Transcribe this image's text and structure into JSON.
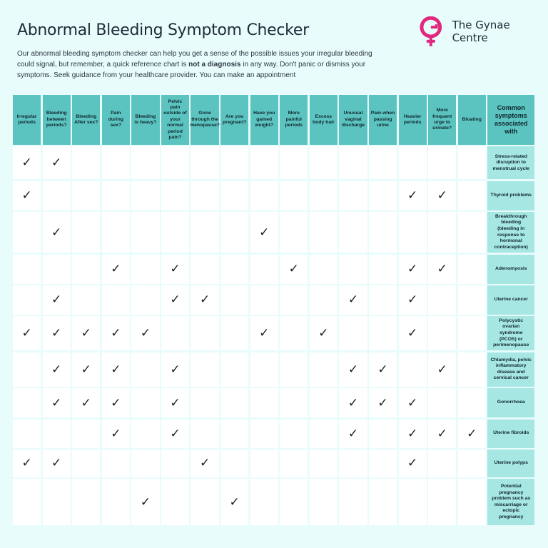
{
  "title": "Abnormal Bleeding Symptom Checker",
  "brand": {
    "name": "The Gynae Centre",
    "logo_icon": "female-symbol-logo-icon",
    "logo_color": "#e0287f"
  },
  "intro": {
    "part1": "Our abnormal bleeding symptom checker can help you get a sense of the possible issues your irregular bleeding could signal, but remember, a quick reference chart is ",
    "bold": "not a diagnosis",
    "part2": " in any way. Don't panic or dismiss your symptoms. Seek guidance from your healthcare provider. You can make an appointment"
  },
  "colors": {
    "header": "#5cc4c0",
    "row_label": "#a6e7e4",
    "cell": "#ffffff",
    "background": "#e9fcfc"
  },
  "check_glyph": "✓",
  "columns": [
    "Irregular periods",
    "Bleeding between periods?",
    "Bleeding After sex?",
    "Pain during sex?",
    "Bleeding is heavy?",
    "Pelvic pain outside of your normal period pain?",
    "Gone through the menopause?",
    "Are you pregnant?",
    "Have you gained weight?",
    "More painful periods",
    "Excess body hair",
    "Unusual vaginal discharge",
    "Pain when passing urine",
    "Heavier periods",
    "More frequent urge to urinate?",
    "Bloating"
  ],
  "last_column_header": "Common symptoms associated with",
  "rows": [
    {
      "label": "Stress-related disruption to menstrual cycle",
      "checks": [
        1,
        1,
        0,
        0,
        0,
        0,
        0,
        0,
        0,
        0,
        0,
        0,
        0,
        0,
        0,
        0
      ]
    },
    {
      "label": "Thyroid problems",
      "checks": [
        1,
        0,
        0,
        0,
        0,
        0,
        0,
        0,
        0,
        0,
        0,
        0,
        0,
        1,
        1,
        0
      ]
    },
    {
      "label": "Breakthrough bleeding (bleeding in response to hormonal contraception)",
      "checks": [
        0,
        1,
        0,
        0,
        0,
        0,
        0,
        0,
        1,
        0,
        0,
        0,
        0,
        0,
        0,
        0
      ]
    },
    {
      "label": "Adenomyosis",
      "checks": [
        0,
        0,
        0,
        1,
        0,
        1,
        0,
        0,
        0,
        1,
        0,
        0,
        0,
        1,
        1,
        0
      ]
    },
    {
      "label": "Uterine cancer",
      "checks": [
        0,
        1,
        0,
        0,
        0,
        1,
        1,
        0,
        0,
        0,
        0,
        1,
        0,
        1,
        0,
        0
      ]
    },
    {
      "label": "Polycystic ovarian syndrome (PCOS) or perimenopause",
      "checks": [
        1,
        1,
        1,
        1,
        1,
        0,
        0,
        0,
        1,
        0,
        1,
        0,
        0,
        1,
        0,
        0
      ]
    },
    {
      "label": "Chlamydia, pelvic inflammatory disease and cervical cancer",
      "checks": [
        0,
        1,
        1,
        1,
        0,
        1,
        0,
        0,
        0,
        0,
        0,
        1,
        1,
        0,
        1,
        0
      ]
    },
    {
      "label": "Gonorrhoea",
      "checks": [
        0,
        1,
        1,
        1,
        0,
        1,
        0,
        0,
        0,
        0,
        0,
        1,
        1,
        1,
        0,
        0
      ]
    },
    {
      "label": "Uterine fibroids",
      "checks": [
        0,
        0,
        0,
        1,
        0,
        1,
        0,
        0,
        0,
        0,
        0,
        1,
        0,
        1,
        1,
        1
      ]
    },
    {
      "label": "Uterine polyps",
      "checks": [
        1,
        1,
        0,
        0,
        0,
        0,
        1,
        0,
        0,
        0,
        0,
        0,
        0,
        1,
        0,
        0
      ]
    },
    {
      "label": "Potential pregnancy problem such as miscarriage or ectopic pregnancy",
      "checks": [
        0,
        0,
        0,
        0,
        1,
        0,
        0,
        1,
        0,
        0,
        0,
        0,
        0,
        0,
        0,
        0
      ]
    }
  ]
}
